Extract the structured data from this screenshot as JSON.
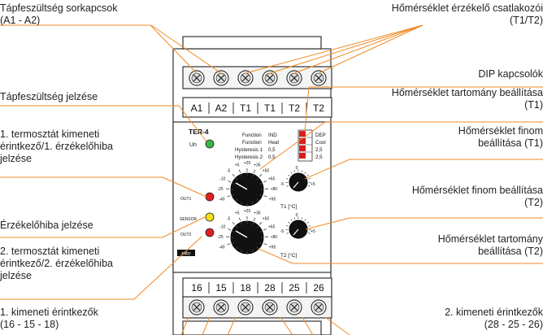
{
  "labels": {
    "supply_terminals": [
      "Tápfeszültség sorkapcsok",
      "(A1 - A2)"
    ],
    "sensor_terminals": [
      "Hőmérséklet érzékelő csatlakozói",
      "(T1/T2)"
    ],
    "dip_switches": [
      "DIP kapcsolók"
    ],
    "range_t1": [
      "Hőmérséklet tartomány beállítása",
      "(T1)"
    ],
    "supply_indicator": [
      "Tápfeszültség jelzése"
    ],
    "fine_t1": [
      "Hőmérséklet finom",
      "beállítása (T1)"
    ],
    "out1_indicator": [
      "1. termosztát kimeneti",
      "érintkező/1. érzékelőhiba",
      "jelzése"
    ],
    "fine_t2": [
      "Hőmérséklet finom beállítása",
      "(T2)"
    ],
    "sensor_fault": [
      "Érzékelőhiba jelzése"
    ],
    "range_t2": [
      "Hőmérséklet tartomány",
      "beállítása (T2)"
    ],
    "out2_indicator": [
      "2. termosztát kimeneti",
      "érintkező/2. érzékelőhiba",
      "jelzése"
    ],
    "output1_contacts": [
      "1. kimeneti érintkezők",
      "(16 - 15 - 18)"
    ],
    "output2_contacts": [
      "2. kimeneti érintkezők",
      "(28 - 25 - 26)"
    ]
  },
  "device": {
    "model": "TER-4",
    "un": "Un",
    "top_terminals": [
      "A1",
      "A2",
      "T1",
      "T1",
      "T2",
      "T2"
    ],
    "bottom_terminals": [
      "16",
      "15",
      "18",
      "28",
      "25",
      "26"
    ],
    "function_rows": [
      {
        "name": "Function",
        "left": "IND",
        "right": "DEP"
      },
      {
        "name": "Function",
        "left": "Heat",
        "right": "Cool"
      },
      {
        "name": "Hysteresis 1",
        "left": "0,5",
        "right": "2,5"
      },
      {
        "name": "Hysteresis 2",
        "left": "0,5",
        "right": "2,5"
      }
    ],
    "led_labels": {
      "out1": "OUT1",
      "sensor": "SENSOR",
      "out2": "OUT2"
    },
    "knob_big_scale": [
      "-40",
      "-25",
      "-10",
      "-5",
      "+5",
      "+20",
      "+35",
      "+50",
      "+65",
      "+80",
      "+95"
    ],
    "knob_small_scale": [
      "-5",
      "0",
      "+5"
    ],
    "knob_labels": {
      "t1": "T1 [°C]",
      "t2": "T2 [°C]"
    },
    "brand": "elko"
  },
  "colors": {
    "line": "#f08a24",
    "led_green": "#3cb54a",
    "led_red": "#e02020",
    "led_yellow": "#f2e21a",
    "dip_red": "#d81e1e"
  }
}
